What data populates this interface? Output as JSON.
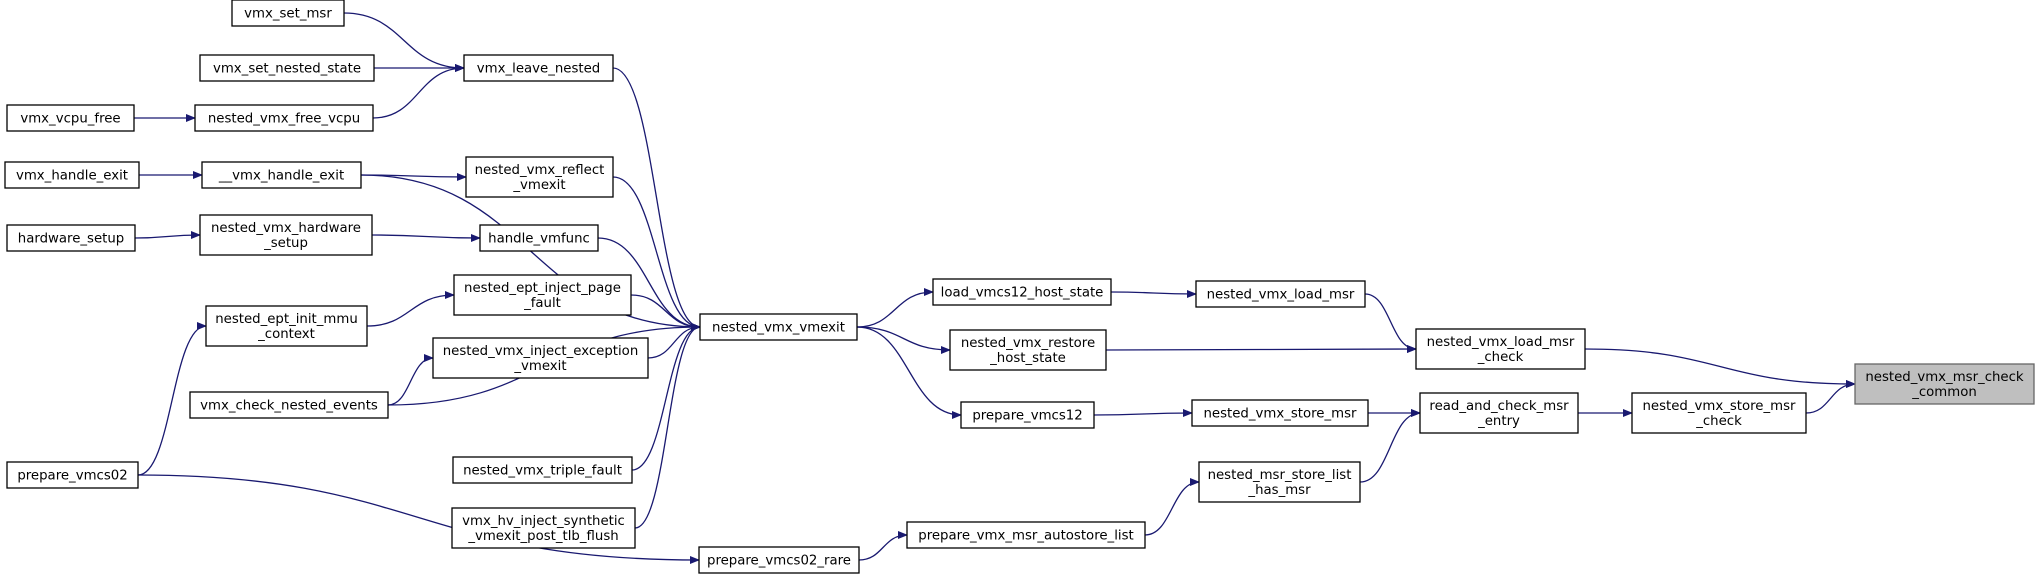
{
  "edge_color": "#191970",
  "root_fill": "#bfbfbf",
  "nodes": [
    {
      "id": "vmx_set_msr",
      "lines": [
        "vmx_set_msr"
      ]
    },
    {
      "id": "vmx_set_nested_state",
      "lines": [
        "vmx_set_nested_state"
      ]
    },
    {
      "id": "vmx_vcpu_free",
      "lines": [
        "vmx_vcpu_free"
      ]
    },
    {
      "id": "vmx_handle_exit",
      "lines": [
        "vmx_handle_exit"
      ]
    },
    {
      "id": "hardware_setup",
      "lines": [
        "hardware_setup"
      ]
    },
    {
      "id": "nested_vmx_free_vcpu",
      "lines": [
        "nested_vmx_free_vcpu"
      ]
    },
    {
      "id": "__vmx_handle_exit",
      "lines": [
        "__vmx_handle_exit"
      ]
    },
    {
      "id": "nested_vmx_hardware_setup",
      "lines": [
        "nested_vmx_hardware",
        "_setup"
      ]
    },
    {
      "id": "vmx_leave_nested",
      "lines": [
        "vmx_leave_nested"
      ]
    },
    {
      "id": "nested_vmx_reflect_vmexit",
      "lines": [
        "nested_vmx_reflect",
        "_vmexit"
      ]
    },
    {
      "id": "handle_vmfunc",
      "lines": [
        "handle_vmfunc"
      ]
    },
    {
      "id": "nested_ept_init_mmu_context",
      "lines": [
        "nested_ept_init_mmu",
        "_context"
      ]
    },
    {
      "id": "nested_ept_inject_page_fault",
      "lines": [
        "nested_ept_inject_page",
        "_fault"
      ]
    },
    {
      "id": "nested_vmx_inject_exception_vmexit",
      "lines": [
        "nested_vmx_inject_exception",
        "_vmexit"
      ]
    },
    {
      "id": "vmx_check_nested_events",
      "lines": [
        "vmx_check_nested_events"
      ]
    },
    {
      "id": "nested_vmx_triple_fault",
      "lines": [
        "nested_vmx_triple_fault"
      ]
    },
    {
      "id": "vmx_hv_inject_synthetic_vmexit_post_tlb_flush",
      "lines": [
        "vmx_hv_inject_synthetic",
        "_vmexit_post_tlb_flush"
      ]
    },
    {
      "id": "prepare_vmcs02",
      "lines": [
        "prepare_vmcs02"
      ]
    },
    {
      "id": "nested_vmx_vmexit",
      "lines": [
        "nested_vmx_vmexit"
      ]
    },
    {
      "id": "prepare_vmcs02_rare",
      "lines": [
        "prepare_vmcs02_rare"
      ]
    },
    {
      "id": "load_vmcs12_host_state",
      "lines": [
        "load_vmcs12_host_state"
      ]
    },
    {
      "id": "nested_vmx_restore_host_state",
      "lines": [
        "nested_vmx_restore",
        "_host_state"
      ]
    },
    {
      "id": "prepare_vmcs12",
      "lines": [
        "prepare_vmcs12"
      ]
    },
    {
      "id": "prepare_vmx_msr_autostore_list",
      "lines": [
        "prepare_vmx_msr_autostore_list"
      ]
    },
    {
      "id": "nested_vmx_load_msr",
      "lines": [
        "nested_vmx_load_msr"
      ]
    },
    {
      "id": "nested_vmx_store_msr",
      "lines": [
        "nested_vmx_store_msr"
      ]
    },
    {
      "id": "nested_msr_store_list_has_msr",
      "lines": [
        "nested_msr_store_list",
        "_has_msr"
      ]
    },
    {
      "id": "nested_vmx_load_msr_check",
      "lines": [
        "nested_vmx_load_msr",
        "_check"
      ]
    },
    {
      "id": "read_and_check_msr_entry",
      "lines": [
        "read_and_check_msr",
        "_entry"
      ]
    },
    {
      "id": "nested_vmx_store_msr_check",
      "lines": [
        "nested_vmx_store_msr",
        "_check"
      ]
    },
    {
      "id": "nested_vmx_msr_check_common",
      "lines": [
        "nested_vmx_msr_check",
        "_common"
      ],
      "root": true
    }
  ],
  "edges": [
    {
      "from": "vmx_set_msr",
      "to": "vmx_leave_nested"
    },
    {
      "from": "vmx_set_nested_state",
      "to": "vmx_leave_nested"
    },
    {
      "from": "nested_vmx_free_vcpu",
      "to": "vmx_leave_nested"
    },
    {
      "from": "vmx_vcpu_free",
      "to": "nested_vmx_free_vcpu"
    },
    {
      "from": "vmx_handle_exit",
      "to": "__vmx_handle_exit"
    },
    {
      "from": "hardware_setup",
      "to": "nested_vmx_hardware_setup"
    },
    {
      "from": "__vmx_handle_exit",
      "to": "nested_vmx_reflect_vmexit"
    },
    {
      "from": "__vmx_handle_exit",
      "to": "nested_vmx_vmexit"
    },
    {
      "from": "nested_vmx_hardware_setup",
      "to": "handle_vmfunc"
    },
    {
      "from": "vmx_leave_nested",
      "to": "nested_vmx_vmexit"
    },
    {
      "from": "nested_vmx_reflect_vmexit",
      "to": "nested_vmx_vmexit"
    },
    {
      "from": "handle_vmfunc",
      "to": "nested_vmx_vmexit"
    },
    {
      "from": "nested_ept_init_mmu_context",
      "to": "nested_ept_inject_page_fault"
    },
    {
      "from": "nested_ept_inject_page_fault",
      "to": "nested_vmx_vmexit"
    },
    {
      "from": "nested_vmx_inject_exception_vmexit",
      "to": "nested_vmx_vmexit"
    },
    {
      "from": "vmx_check_nested_events",
      "to": "nested_vmx_inject_exception_vmexit"
    },
    {
      "from": "vmx_check_nested_events",
      "to": "nested_vmx_vmexit"
    },
    {
      "from": "nested_vmx_triple_fault",
      "to": "nested_vmx_vmexit"
    },
    {
      "from": "vmx_hv_inject_synthetic_vmexit_post_tlb_flush",
      "to": "nested_vmx_vmexit"
    },
    {
      "from": "prepare_vmcs02",
      "to": "nested_ept_init_mmu_context"
    },
    {
      "from": "prepare_vmcs02",
      "to": "prepare_vmcs02_rare"
    },
    {
      "from": "nested_vmx_vmexit",
      "to": "load_vmcs12_host_state"
    },
    {
      "from": "nested_vmx_vmexit",
      "to": "nested_vmx_restore_host_state"
    },
    {
      "from": "nested_vmx_vmexit",
      "to": "prepare_vmcs12"
    },
    {
      "from": "prepare_vmcs02_rare",
      "to": "prepare_vmx_msr_autostore_list"
    },
    {
      "from": "load_vmcs12_host_state",
      "to": "nested_vmx_load_msr"
    },
    {
      "from": "prepare_vmcs12",
      "to": "nested_vmx_store_msr"
    },
    {
      "from": "prepare_vmx_msr_autostore_list",
      "to": "nested_msr_store_list_has_msr"
    },
    {
      "from": "nested_vmx_load_msr",
      "to": "nested_vmx_load_msr_check"
    },
    {
      "from": "nested_vmx_restore_host_state",
      "to": "nested_vmx_load_msr_check"
    },
    {
      "from": "nested_vmx_store_msr",
      "to": "read_and_check_msr_entry"
    },
    {
      "from": "nested_msr_store_list_has_msr",
      "to": "read_and_check_msr_entry"
    },
    {
      "from": "read_and_check_msr_entry",
      "to": "nested_vmx_store_msr_check"
    },
    {
      "from": "nested_vmx_load_msr_check",
      "to": "nested_vmx_msr_check_common"
    },
    {
      "from": "nested_vmx_store_msr_check",
      "to": "nested_vmx_msr_check_common"
    }
  ]
}
